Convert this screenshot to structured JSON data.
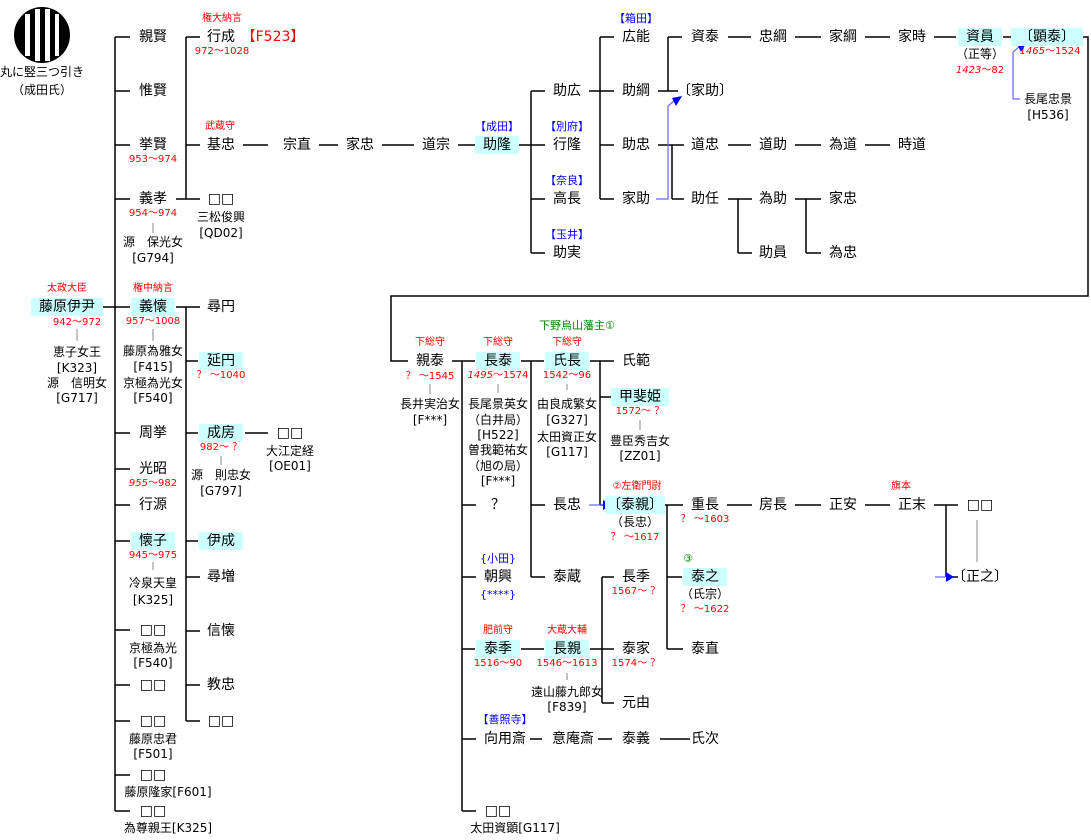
{
  "crest": {
    "name": "丸に竪三つ引き",
    "clan": "（成田氏）"
  },
  "p": {
    "koretada": {
      "name": "藤原伊尹",
      "title": "太政大臣",
      "dates": "942〜972",
      "sp1": "恵子女王",
      "sp1id": "[K323]",
      "sp2": "源　信明女",
      "sp2id": "[G717]"
    },
    "chikakata": {
      "name": "親賢"
    },
    "korekata": {
      "name": "惟賢"
    },
    "takakata": {
      "name": "挙賢",
      "dates": "953〜974"
    },
    "yoshitaka": {
      "name": "義孝",
      "dates": "954〜974",
      "sp1": "源　保光女",
      "sp1id": "[G794]"
    },
    "yoshichika": {
      "name": "義懐",
      "title": "権中納言",
      "dates": "957〜1008",
      "sp1": "藤原為雅女",
      "sp1id": "[F415]",
      "sp2": "京極為光女",
      "sp2id": "[F540]"
    },
    "chikyo": {
      "name": "周挙"
    },
    "mitsuaki": {
      "name": "光昭",
      "dates_a": "955",
      "dates_b": "〜982"
    },
    "gyogen": {
      "name": "行源"
    },
    "kaishi": {
      "name": "懐子",
      "dates": "945〜975",
      "sp1": "冷泉天皇",
      "sp1id": "[K325]"
    },
    "d1": {
      "name": "□□",
      "sp1": "京極為光",
      "sp1id": "[F540]"
    },
    "d2": {
      "name": "□□"
    },
    "d3": {
      "name": "□□",
      "sp1": "藤原忠君",
      "sp1id": "[F501]"
    },
    "d4": {
      "name": "□□",
      "sp1": "藤原隆家[F601]"
    },
    "d5": {
      "name": "□□",
      "sp1": "為尊親王[K325]"
    },
    "yukinari": {
      "name": "行成",
      "title": "権大納言",
      "dates": "972〜1028",
      "ref": "【F523】"
    },
    "motitada": {
      "name": "基忠",
      "title": "武蔵守"
    },
    "d6": {
      "name": "□□",
      "sp1": "三松俊興",
      "sp1id": "[QD02]"
    },
    "jinen": {
      "name": "尋円"
    },
    "enen": {
      "name": "延円",
      "dates": "？ 〜1040"
    },
    "narifusa": {
      "name": "成房",
      "dates": "982〜 ？",
      "sp1": "源　則忠女",
      "sp1id": "[G797]"
    },
    "d7": {
      "name": "□□",
      "sp1": "大江定経",
      "sp1id": "[OE01]"
    },
    "korenari": {
      "name": "伊成"
    },
    "jinzo": {
      "name": "尋増"
    },
    "shinkai": {
      "name": "信懐"
    },
    "norotada": {
      "name": "教忠"
    },
    "d8": {
      "name": "□□"
    },
    "munenao": {
      "name": "宗直"
    },
    "ietada": {
      "name": "家忠"
    },
    "doshu": {
      "name": "道宗"
    },
    "suketaka": {
      "name": "助隆",
      "house": "【成田】"
    },
    "sukehiro": {
      "name": "助広"
    },
    "yukitaka": {
      "name": "行隆",
      "house": "【別府】"
    },
    "takanaga": {
      "name": "高長",
      "house": "【奈良】"
    },
    "sukezane": {
      "name": "助実",
      "house": "【玉井】"
    },
    "hiroyoshi": {
      "name": "広能",
      "house": "【箱田】"
    },
    "suketsuna": {
      "name": "助綱"
    },
    "suketada": {
      "name": "助忠"
    },
    "iesuke": {
      "name": "家助"
    },
    "sukeyasu": {
      "name": "資泰"
    },
    "iesuke2": {
      "name": "〔家助〕"
    },
    "michitada": {
      "name": "道忠"
    },
    "suketo": {
      "name": "助任"
    },
    "tadatsuna": {
      "name": "忠綱"
    },
    "ietsuna": {
      "name": "家綱"
    },
    "ietoki": {
      "name": "家時"
    },
    "sukekazu": {
      "name": "資員",
      "alias": "（正等）",
      "dates_a": "1423",
      "dates_b": "〜82"
    },
    "akiyasu": {
      "name": "〔顕泰〕",
      "dates_a": "1465",
      "dates_b": "〜1524",
      "father": "長尾忠景",
      "fatherid": "[H536]"
    },
    "michisuke": {
      "name": "道助"
    },
    "tamemichi": {
      "name": "為道"
    },
    "tokimichi": {
      "name": "時道"
    },
    "tamesuke": {
      "name": "為助"
    },
    "sukekazu2": {
      "name": "助員"
    },
    "ietada2": {
      "name": "家忠"
    },
    "tametada": {
      "name": "為忠"
    },
    "chikayasu": {
      "name": "親泰",
      "title": "下総守",
      "dates": "？ 〜1545",
      "sp1": "長井実治女",
      "sp1id": "[F***]"
    },
    "nagayasu": {
      "name": "長泰",
      "title": "下総守",
      "dates_a": "1495",
      "dates_b": "〜1574",
      "sp1": "長尾景英女",
      "sp1b": "（白井局）",
      "sp1id": "[H522]",
      "sp2": "曽我範祐女",
      "sp2b": "（旭の局）",
      "sp2id": "[F***]"
    },
    "unknown": {
      "name": "？"
    },
    "tomooki": {
      "name": "朝興",
      "house": "{小田}",
      "houseb": "{****}"
    },
    "yasusue": {
      "name": "泰季",
      "title": "肥前守",
      "dates": "1516〜90"
    },
    "koyosai": {
      "name": "向用斎",
      "house": "【善照寺】"
    },
    "d9": {
      "name": "□□",
      "sp1": "太田資顕[G117]"
    },
    "ujinaga": {
      "name": "氏長",
      "rank": "下野烏山藩主①",
      "title": "下総守",
      "dates": "1542〜96",
      "sp1": "由良成繁女",
      "sp1id": "[G327]",
      "sp2": "太田資正女",
      "sp2id": "[G117]"
    },
    "nagatada": {
      "name": "長忠"
    },
    "yasuzo": {
      "name": "泰蔵"
    },
    "ujinori": {
      "name": "氏範"
    },
    "kaihime": {
      "name": "甲斐姫",
      "dates": "1572〜 ？",
      "sp1": "豊臣秀吉女",
      "sp1id": "[ZZ01]"
    },
    "yasuchika": {
      "name": "〔泰親〕",
      "title": "②左衛門尉",
      "alias": "（長忠）",
      "dates": "？ 〜1617"
    },
    "shigenaga": {
      "name": "重長",
      "dates": "？ 〜1603"
    },
    "yasuyuki": {
      "name": "泰之",
      "rank": "③",
      "alias": "（氏宗）",
      "dates": "？ 〜1622"
    },
    "yasunao": {
      "name": "泰直"
    },
    "fusanaga": {
      "name": "房長"
    },
    "masayasu": {
      "name": "正安"
    },
    "masasue": {
      "name": "正末",
      "title": "旗本"
    },
    "d10": {
      "name": "□□"
    },
    "masayuki": {
      "name": "〔正之〕"
    },
    "nagachika": {
      "name": "長親",
      "title": "大蔵大輔",
      "dates": "1546〜1613",
      "sp1": "遠山藤九郎女",
      "sp1id": "[F839]"
    },
    "nagasue": {
      "name": "長季",
      "dates": "1567〜 ？"
    },
    "yasuie": {
      "name": "泰家",
      "dates": "1574〜 ？"
    },
    "motoyoshi": {
      "name": "元由"
    },
    "ianzai": {
      "name": "意庵斎"
    },
    "yasuyoshi": {
      "name": "泰義"
    },
    "ujitsugu": {
      "name": "氏次"
    }
  },
  "colors": {
    "highlight": "#ccffff",
    "title": "#ff0000",
    "house": "#0000ff",
    "rank": "#008000",
    "arrow": "#0000ff"
  }
}
